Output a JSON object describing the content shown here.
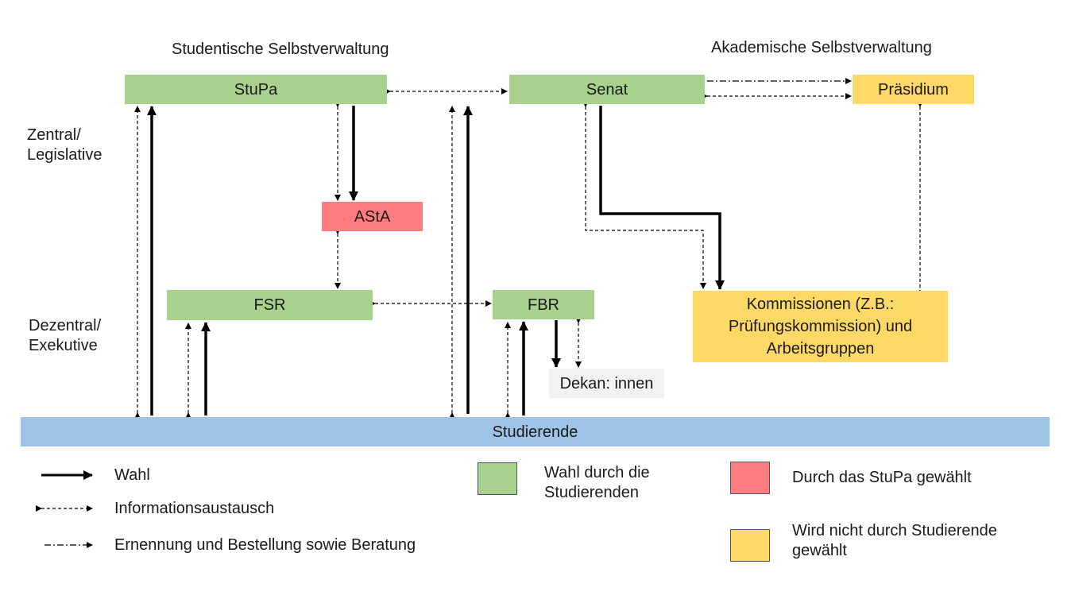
{
  "headers": {
    "student": "Studentische Selbstverwaltung",
    "academic": "Akademische Selbstverwaltung"
  },
  "levels": {
    "central_line1": "Zentral/",
    "central_line2": "Legislative",
    "decentral_line1": "Dezentral/",
    "decentral_line2": "Exekutive"
  },
  "nodes": {
    "stupa": "StuPa",
    "senat": "Senat",
    "praesidium": "Präsidium",
    "asta": "AStA",
    "fsr": "FSR",
    "fbr": "FBR",
    "kommissionen_line1": "Kommissionen (Z.B.:",
    "kommissionen_line2": "Prüfungskommission) und",
    "kommissionen_line3": "Arbeitsgruppen",
    "dekan": "Dekan: innen",
    "studierende": "Studierende"
  },
  "legend": {
    "wahl": "Wahl",
    "info": "Informationsaustausch",
    "ernennung": "Ernennung und Bestellung sowie Beratung",
    "green_line1": "Wahl durch die",
    "green_line2": "Studierenden",
    "red": "Durch das StuPa gewählt",
    "yellow_line1": "Wird nicht durch Studierende",
    "yellow_line2": "gewählt"
  },
  "colors": {
    "green": "#a9d18e",
    "red": "#ff7c80",
    "yellow": "#ffd966",
    "blue": "#9dc3e6",
    "gray": "#f2f2f2"
  }
}
